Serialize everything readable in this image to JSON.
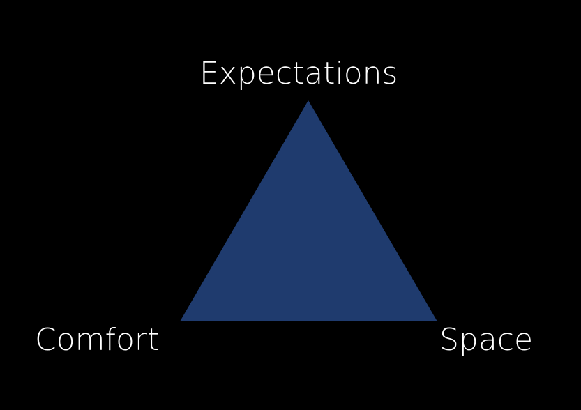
{
  "diagram": {
    "nodes": {
      "top": "Expectations",
      "bottom_left": "Comfort",
      "bottom_right": "Space"
    },
    "colors": {
      "background": "#000000",
      "triangle_fill": "#1f3b6e",
      "text": "#ffffff"
    }
  }
}
